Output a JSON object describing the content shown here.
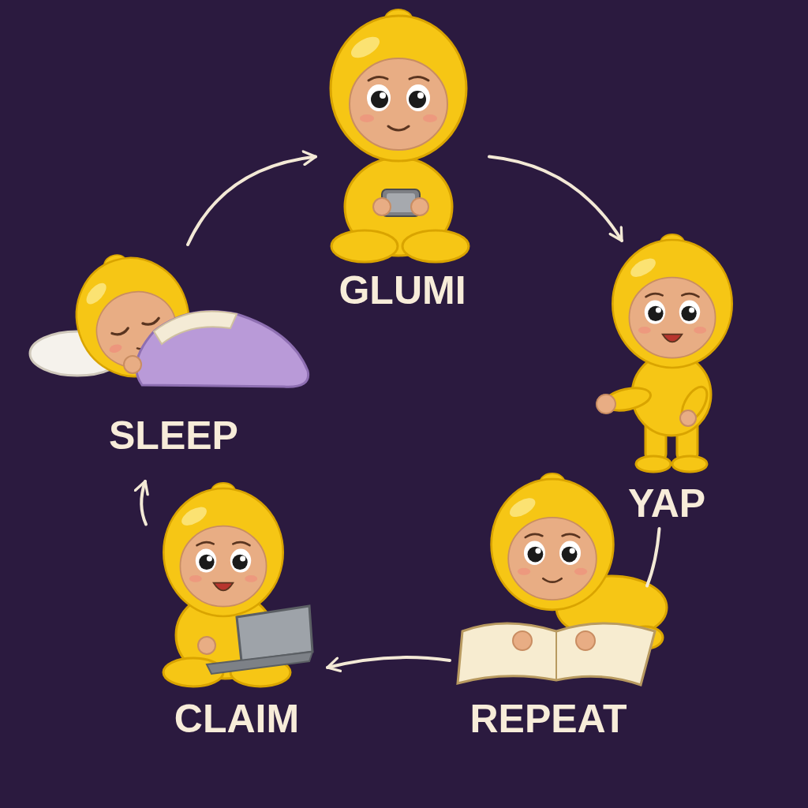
{
  "diagram": {
    "nodes": [
      {
        "text": [
          "GLUMI"
        ]
      },
      {
        "text": [
          "YAP"
        ]
      },
      {
        "text": [
          "REPEAT"
        ]
      },
      {
        "text": [
          "CLAIM"
        ]
      },
      {
        "text": [
          "SLEEP"
        ]
      }
    ],
    "edges": [
      {
        "from": 0,
        "to": 1,
        "arrow": "to"
      },
      {
        "from": 1,
        "to": 2,
        "arrow": "none"
      },
      {
        "from": 2,
        "to": 3,
        "arrow": "to"
      },
      {
        "from": 3,
        "to": 4,
        "arrow": "to"
      },
      {
        "from": 4,
        "to": 0,
        "arrow": "to"
      }
    ]
  }
}
